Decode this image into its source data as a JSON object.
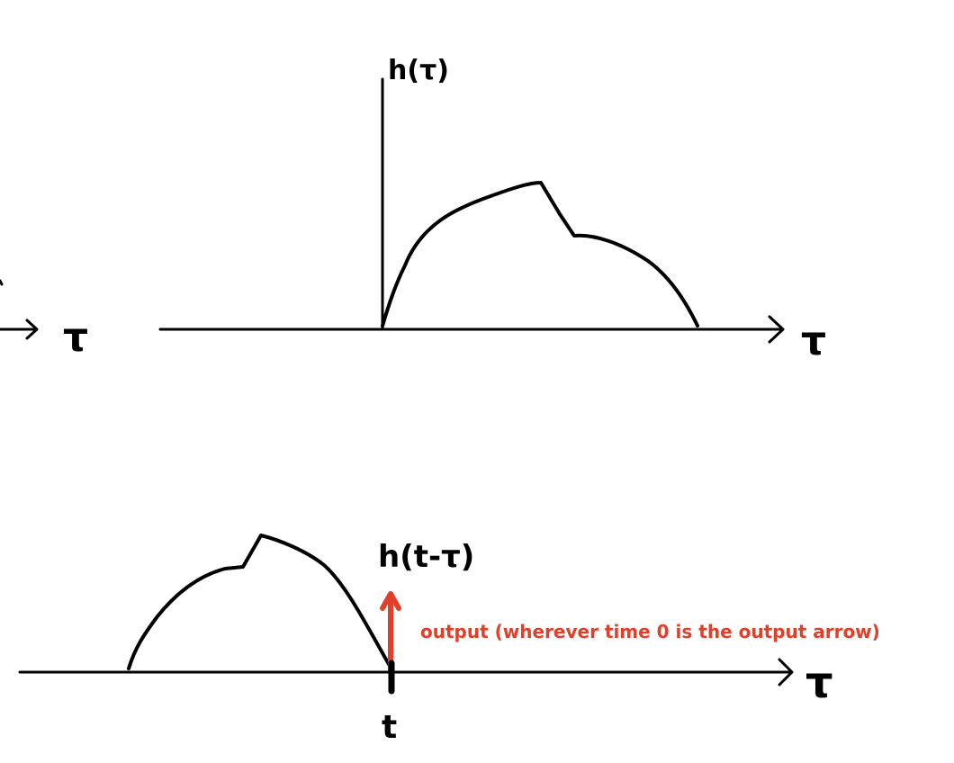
{
  "colors": {
    "ink": "#000000",
    "output_ink": "#e0402a",
    "background": "#ffffff"
  },
  "top_plot": {
    "y_axis_label": "h(τ)",
    "x_axis_label": "τ"
  },
  "left_fragment": {
    "x_axis_label": "τ"
  },
  "bottom_plot": {
    "function_label": "h(t-τ)",
    "x_axis_label": "τ",
    "marker_label": "t",
    "output_annotation": "output (wherever time 0 is the output arrow)"
  }
}
